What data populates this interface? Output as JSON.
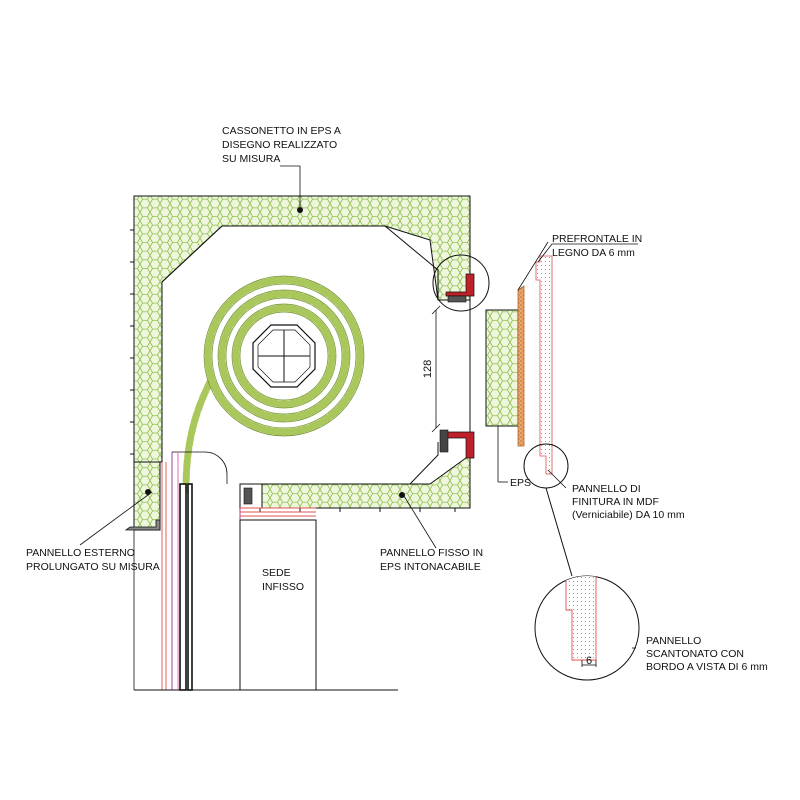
{
  "labels": {
    "cassonetto": [
      "CASSONETTO IN EPS A",
      "DISEGNO REALIZZATO",
      "SU MISURA"
    ],
    "prefrontale": [
      "PREFRONTALE IN",
      "LEGNO DA 6 mm"
    ],
    "pannello_finitura": [
      "PANNELLO DI",
      "FINITURA IN MDF",
      "(Verniciabile) DA 10 mm"
    ],
    "eps": "EPS",
    "pannello_esterno": [
      "PANNELLO ESTERNO",
      "PROLUNGATO SU MISURA"
    ],
    "pannello_fisso": [
      "PANNELLO FISSO IN",
      "EPS INTONACABILE"
    ],
    "sede_infisso": [
      "SEDE",
      "INFISSO"
    ],
    "pannello_scantonato": [
      "PANNELLO",
      "SCANTONATO CON",
      "BORDO A VISTA DI 6 mm"
    ]
  },
  "dimensions": {
    "opening": "128",
    "edge": "6"
  },
  "colors": {
    "eps_fill": "#eef6de",
    "eps_hex": "#8fbf4a",
    "roller": "#a9c75a",
    "profile_red": "#c0202a",
    "wood": "#d9894a",
    "mdf": "#e05050",
    "pink": "#e070b0",
    "purple": "#a040a0"
  }
}
